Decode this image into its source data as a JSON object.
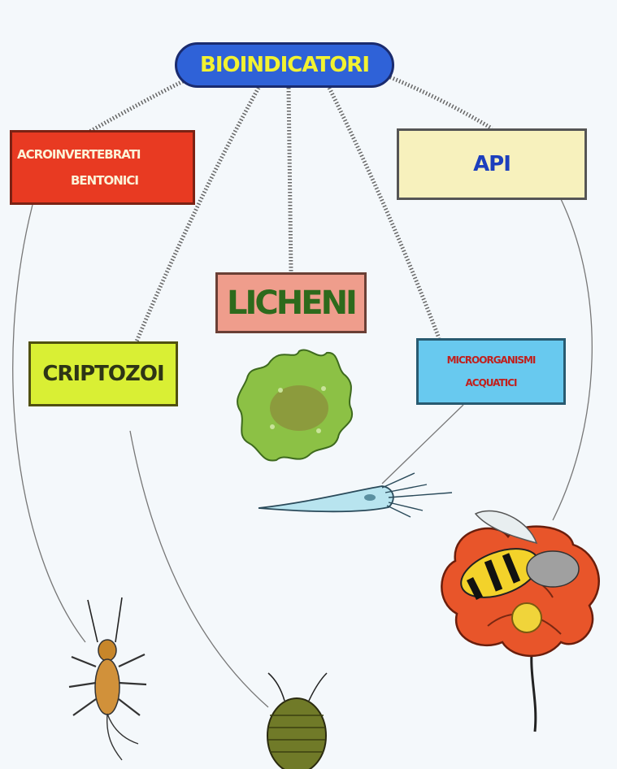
{
  "diagram": {
    "root": {
      "label": "BIOINDICATORI",
      "fill": "#2f62d8",
      "text_color": "#f2f231"
    },
    "nodes": [
      {
        "id": "macroinvertebrati",
        "lines": [
          "ACROINVERTEBRATI",
          "BENTONICI"
        ],
        "fill": "#e83a22",
        "text_color": "#fbf3d8"
      },
      {
        "id": "api",
        "lines": [
          "API"
        ],
        "fill": "#f7f1bd",
        "text_color": "#1d3fbd"
      },
      {
        "id": "licheni",
        "lines": [
          "LICHENI"
        ],
        "fill": "#ef9d8c",
        "text_color": "#2d6a1c"
      },
      {
        "id": "criptozoi",
        "lines": [
          "CRIPTOZOI"
        ],
        "fill": "#d9ef34",
        "text_color": "#2e3516"
      },
      {
        "id": "microorganismi",
        "lines": [
          "MICROORGANISMI",
          "ACQUATICI"
        ],
        "fill": "#68c9ef",
        "text_color": "#c0201d"
      }
    ],
    "illustrations": [
      "stonefly-larva",
      "woodlouse",
      "lichen",
      "protozoan",
      "bee-on-flower"
    ]
  }
}
